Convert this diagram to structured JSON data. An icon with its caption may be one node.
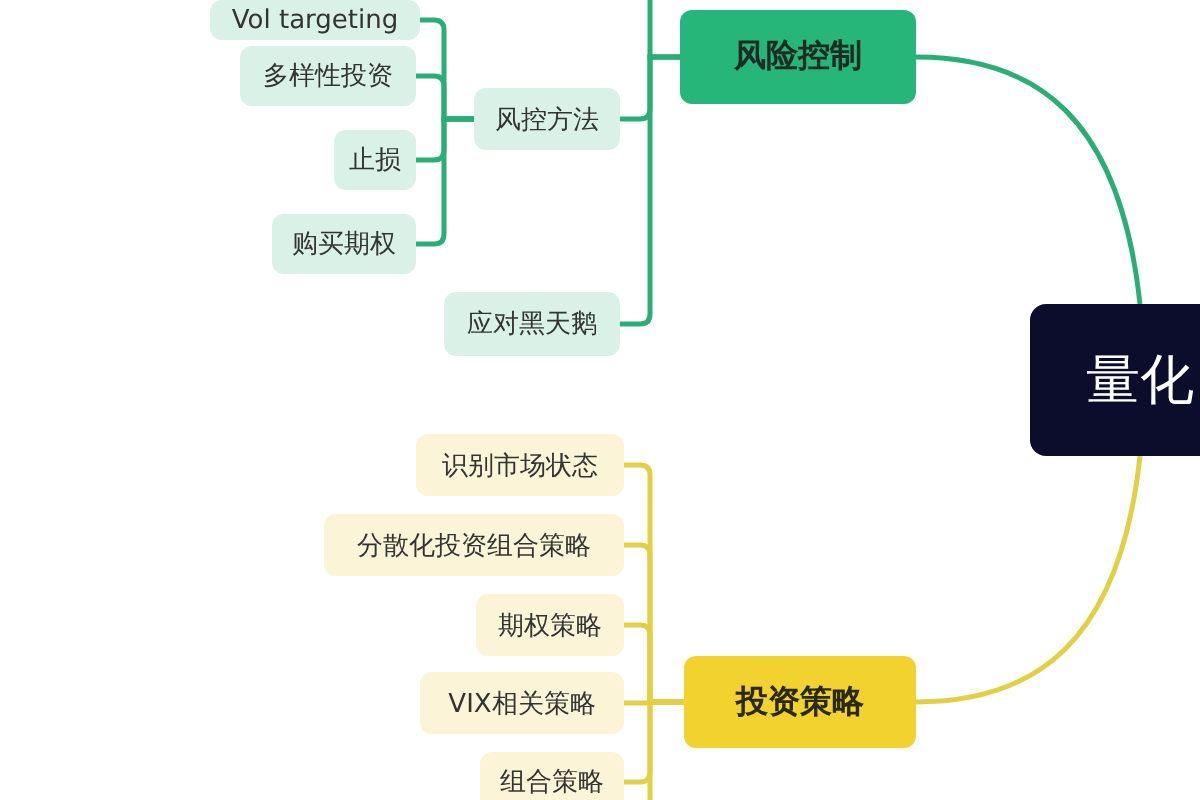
{
  "diagram": {
    "nodes": [
      {
        "text": [
          "量化"
        ]
      },
      {
        "text": [
          "风险控制"
        ]
      },
      {
        "text": [
          "Vol targeting"
        ]
      },
      {
        "text": [
          "多样性投资"
        ]
      },
      {
        "text": [
          "止损"
        ]
      },
      {
        "text": [
          "购买期权"
        ]
      },
      {
        "text": [
          "风控方法"
        ]
      },
      {
        "text": [
          "应对黑天鹅"
        ]
      },
      {
        "text": [
          "投资策略"
        ]
      },
      {
        "text": [
          "识别市场状态"
        ]
      },
      {
        "text": [
          "分散化投资组合策略"
        ]
      },
      {
        "text": [
          "期权策略"
        ]
      },
      {
        "text": [
          "VIX相关策略"
        ]
      },
      {
        "text": [
          "组合策略"
        ]
      }
    ],
    "edges": [
      {
        "from": 0,
        "to": 1,
        "arrow": "none"
      },
      {
        "from": 1,
        "to": null,
        "arrow": "none"
      },
      {
        "from": 1,
        "to": 6,
        "arrow": "none"
      },
      {
        "from": 1,
        "to": 7,
        "arrow": "none"
      },
      {
        "from": 6,
        "to": 2,
        "arrow": "none"
      },
      {
        "from": 6,
        "to": 3,
        "arrow": "none"
      },
      {
        "from": 6,
        "to": 4,
        "arrow": "none"
      },
      {
        "from": 6,
        "to": 5,
        "arrow": "none"
      },
      {
        "from": 0,
        "to": 8,
        "arrow": "none",
        "color": "#e3cf45"
      },
      {
        "from": 8,
        "to": 9,
        "arrow": "none",
        "color": "#e3cf45"
      },
      {
        "from": 8,
        "to": 10,
        "arrow": "none",
        "color": "#e3cf45"
      },
      {
        "from": 8,
        "to": 11,
        "arrow": "none",
        "color": "#e3cf45"
      },
      {
        "from": 8,
        "to": 12,
        "arrow": "none",
        "color": "#e3cf45"
      },
      {
        "from": 8,
        "to": 13,
        "arrow": "none",
        "color": "#e3cf45"
      },
      {
        "from": 8,
        "to": null,
        "arrow": "none",
        "color": "#e3cf45"
      }
    ]
  }
}
